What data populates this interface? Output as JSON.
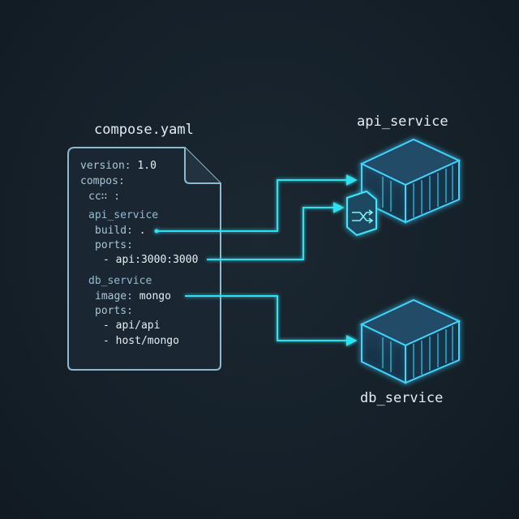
{
  "file": {
    "name": "compose.yaml",
    "lines": {
      "version_key": "version:",
      "version_val": " 1.0",
      "compose": "compos:",
      "cc": "cc∷ :",
      "api_section": "api_service",
      "build_key": "build:",
      "build_val": " .",
      "ports1": "ports:",
      "api_port": "- api:3000:3000",
      "db_section": "db_service",
      "image_key": "image:",
      "image_val": " mongo",
      "ports2": "ports:",
      "port_a": "- api/api",
      "port_b": "- host/mongo"
    }
  },
  "services": {
    "api": "api_service",
    "db": "db_service"
  },
  "icons": {
    "network": "shuffle-arrows-icon",
    "container": "container-icon"
  },
  "colors": {
    "background": "#162029",
    "document_stroke": "#8fb9cc",
    "connector": "#2ee0f0",
    "container_glow": "#3fd4ff",
    "text": "#e4ecf1"
  }
}
